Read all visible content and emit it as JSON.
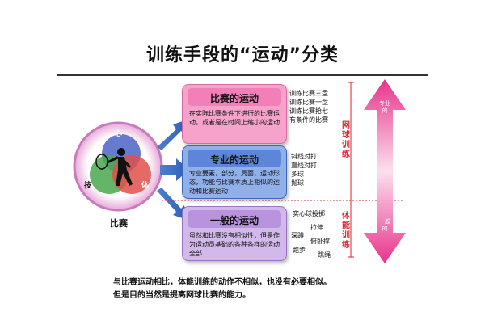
{
  "title": "训练手段的“运动”分类",
  "venn": {
    "top": "心",
    "left": "技",
    "right": "体",
    "caption": "比赛"
  },
  "boxes": [
    {
      "title": "比赛的运动",
      "desc": "在实际比赛条件下进行的比赛运动，或者是在时间上缩小的运动",
      "examples": [
        "训练比赛三盘",
        "训练比赛一盘",
        "训练比赛抢七",
        "有条件的比赛"
      ]
    },
    {
      "title": "专业的运动",
      "desc": "专业要素，部分，局面，运动形态，功能与比赛本质上相似的运动和比赛运动",
      "examples": [
        "斜线对打",
        "直线对打",
        "多球",
        "抛球"
      ]
    },
    {
      "title": "一般的运动",
      "desc": "虽然和比赛没有相似性，但是作为运动员基础的各种各样的运动全部",
      "examples": [
        "实心球投掷",
        "拉伸",
        "深蹲",
        "俯卧撑",
        "跑步",
        "跳绳"
      ]
    }
  ],
  "side_labels": {
    "top": "网球训练",
    "bottom": "体能训练"
  },
  "big_arrow": {
    "top": "专业的",
    "bottom": "一般的"
  },
  "footer": [
    "与比赛运动相比，体能训练的动作不相似，也没有必要相似。",
    "但是目的当然是提高网球比赛的能力。"
  ],
  "colors": {
    "pink": "#f06fa8",
    "blue": "#4e76c9",
    "purple": "#b28fd4",
    "red": "#d9262f"
  }
}
